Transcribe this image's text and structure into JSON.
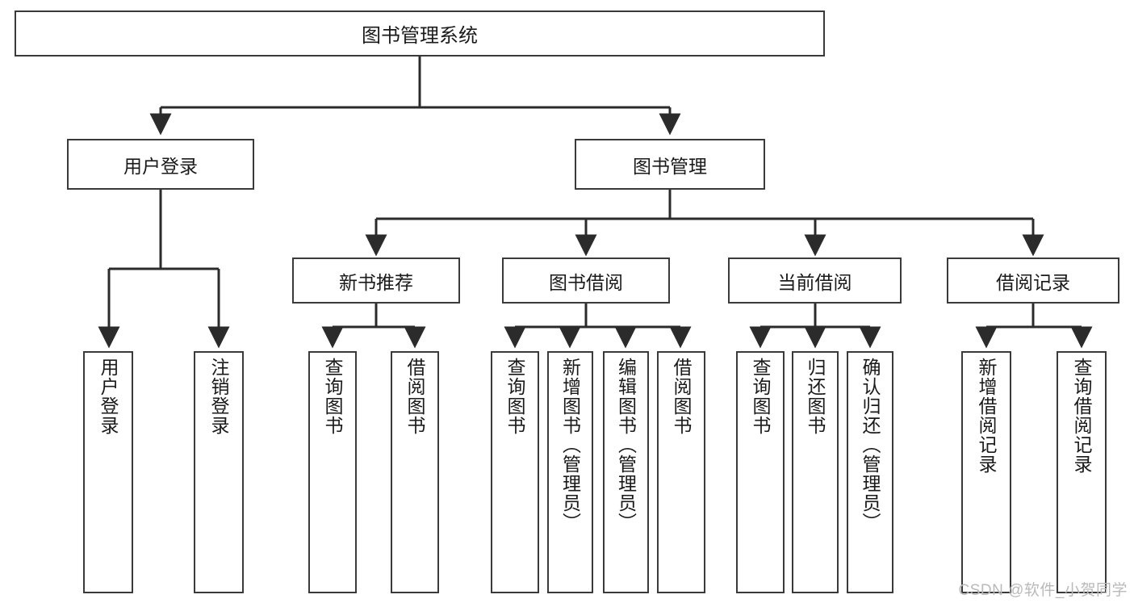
{
  "diagram": {
    "title": "图书管理系统",
    "type": "functional-structure-tree",
    "root": {
      "label": "图书管理系统"
    },
    "level2": [
      {
        "label": "用户登录"
      },
      {
        "label": "图书管理"
      }
    ],
    "level3": [
      {
        "label": "新书推荐"
      },
      {
        "label": "图书借阅"
      },
      {
        "label": "当前借阅"
      },
      {
        "label": "借阅记录"
      }
    ],
    "leaves": {
      "user_login": [
        {
          "label": "用户登录"
        },
        {
          "label": "注销登录"
        }
      ],
      "new_book_recommend": [
        {
          "label": "查询图书"
        },
        {
          "label": "借阅图书"
        }
      ],
      "book_borrow": [
        {
          "label": "查询图书"
        },
        {
          "label": "新增图书（管理员）"
        },
        {
          "label": "编辑图书（管理员）"
        },
        {
          "label": "借阅图书"
        }
      ],
      "current_borrow": [
        {
          "label": "查询图书"
        },
        {
          "label": "归还图书"
        },
        {
          "label": "确认归还（管理员）"
        }
      ],
      "borrow_record": [
        {
          "label": "新增借阅记录"
        },
        {
          "label": "查询借阅记录"
        }
      ]
    }
  },
  "watermark": {
    "text": "CSDN @软件_小贺同学"
  },
  "colors": {
    "stroke": "#3a3a3a",
    "fill": "#ffffff",
    "text": "#1a1a1a",
    "watermark": "#b9b9b9"
  }
}
